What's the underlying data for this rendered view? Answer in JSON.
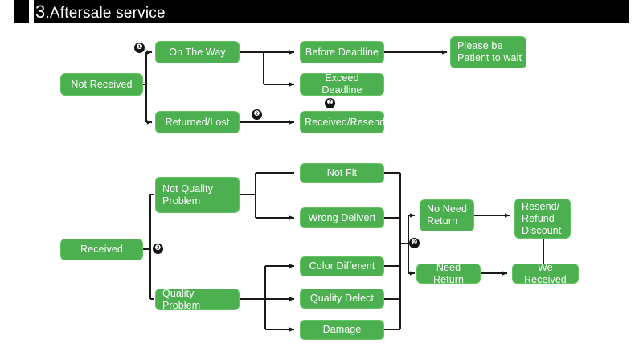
{
  "header": {
    "number": "3",
    "title": ".Aftersale service",
    "full_text": "3.Aftersale service",
    "background_color": "#000000",
    "text_color": "#ffffff"
  },
  "theme": {
    "node_fill": "#4caf50",
    "node_border": "#63c463",
    "node_text": "#ffffff",
    "connector_color": "#1a1a1a",
    "marker_fill": "#111111",
    "page_background": "#ffffff"
  },
  "diagram": {
    "type": "flowchart",
    "title": "3.Aftersale service",
    "branches": [
      {
        "id": "not-received",
        "root": "Not Received",
        "marker": "❶",
        "nodes": [
          "On The Way",
          "Returned/Lost",
          "Before Deadline",
          "Exceed Deadline",
          "Received/Resend",
          "Please be\nPatient to wait"
        ]
      },
      {
        "id": "received",
        "root": "Received",
        "marker": "❸",
        "nodes": [
          "Not Quality Problem",
          "Quality Problem",
          "Not Fit",
          "Wrong Delivert",
          "Color Different",
          "Quality Delect",
          "Damage",
          "No Need Return",
          "Need Return",
          "Resend/ Refund Discount",
          "We Received"
        ]
      }
    ]
  },
  "nodes": {
    "not_received": "Not Received",
    "on_the_way": "On The Way",
    "returned_lost": "Returned/Lost",
    "before_deadline": "Before Deadline",
    "exceed_deadline": "Exceed Deadline",
    "received_resend": "Received/Resend",
    "please_wait_line1": "Please be",
    "please_wait_line2": "Patient to wait",
    "received": "Received",
    "not_quality_line1": "Not Quality",
    "not_quality_line2": "Problem",
    "quality_problem": "Quality Problem",
    "not_fit": "Not Fit",
    "wrong_delivert": "Wrong Delivert",
    "color_different": "Color Different",
    "quality_delect": "Quality Delect",
    "damage": "Damage",
    "no_need_return_line1": "No Need",
    "no_need_return_line2": "Return",
    "need_return": "Need Return",
    "resend_refund_line1": "Resend/",
    "resend_refund_line2": "Refund",
    "resend_refund_line3": "Discount",
    "we_received": "We Received"
  },
  "markers": {
    "one": "❶",
    "two_a": "❷",
    "two_b": "❷",
    "three": "❸",
    "two_c": "❷"
  }
}
